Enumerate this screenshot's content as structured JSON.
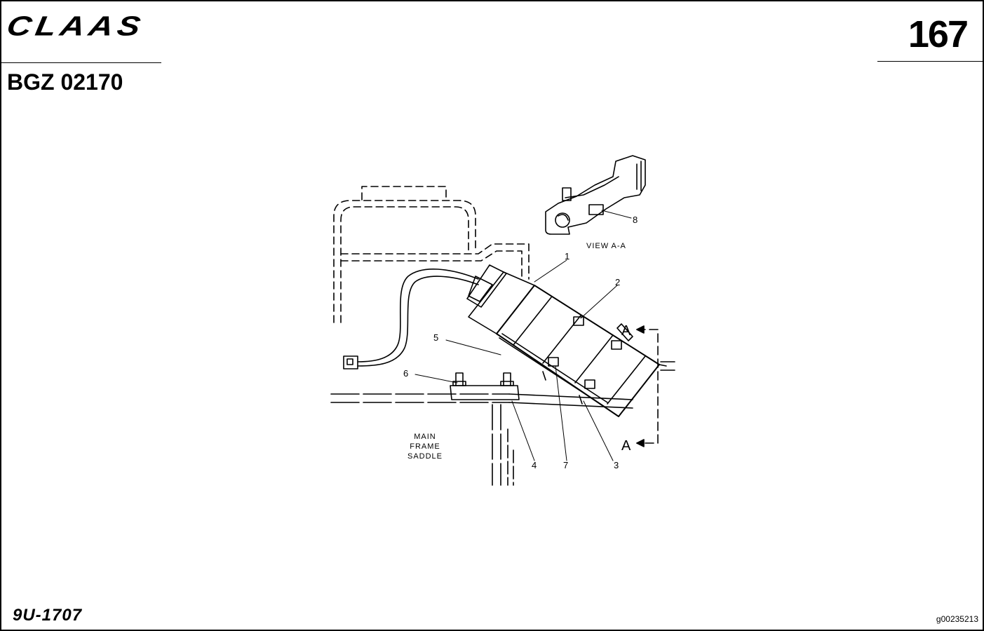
{
  "header": {
    "brand": "CLAAS",
    "page_number": "167",
    "document_code": "BGZ 02170"
  },
  "footer": {
    "model_code": "9U-1707",
    "image_id": "g00235213"
  },
  "diagram": {
    "view_label": "VIEW A-A",
    "frame_label": [
      "MAIN",
      "FRAME",
      "SADDLE"
    ],
    "section_marker": "A",
    "callouts": [
      "1",
      "2",
      "3",
      "4",
      "5",
      "6",
      "7",
      "8"
    ]
  }
}
